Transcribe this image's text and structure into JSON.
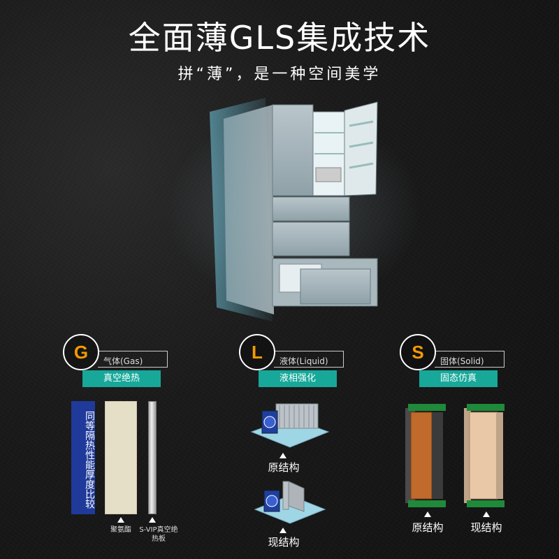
{
  "title": "全面薄GLS集成技术",
  "subtitle": "拼“薄”，是一种空间美学",
  "features": [
    {
      "letter": "G",
      "name": "气体(Gas)",
      "tag": "真空绝热"
    },
    {
      "letter": "L",
      "name": "液体(Liquid)",
      "tag": "液相强化"
    },
    {
      "letter": "S",
      "name": "固体(Solid)",
      "tag": "固态仿真"
    }
  ],
  "gas_section": {
    "vertical_label": "同等隔热性能厚度比较",
    "foam_label": "聚氨酯",
    "vip_label": "S-VIP真空绝热板"
  },
  "liquid_section": {
    "original_label": "原结构",
    "current_label": "现结构"
  },
  "solid_section": {
    "original_label": "原结构",
    "current_label": "现结构"
  },
  "colors": {
    "accent_orange": "#f39a00",
    "tag_teal": "#17a89a",
    "label_blue": "#1f3a9a"
  }
}
